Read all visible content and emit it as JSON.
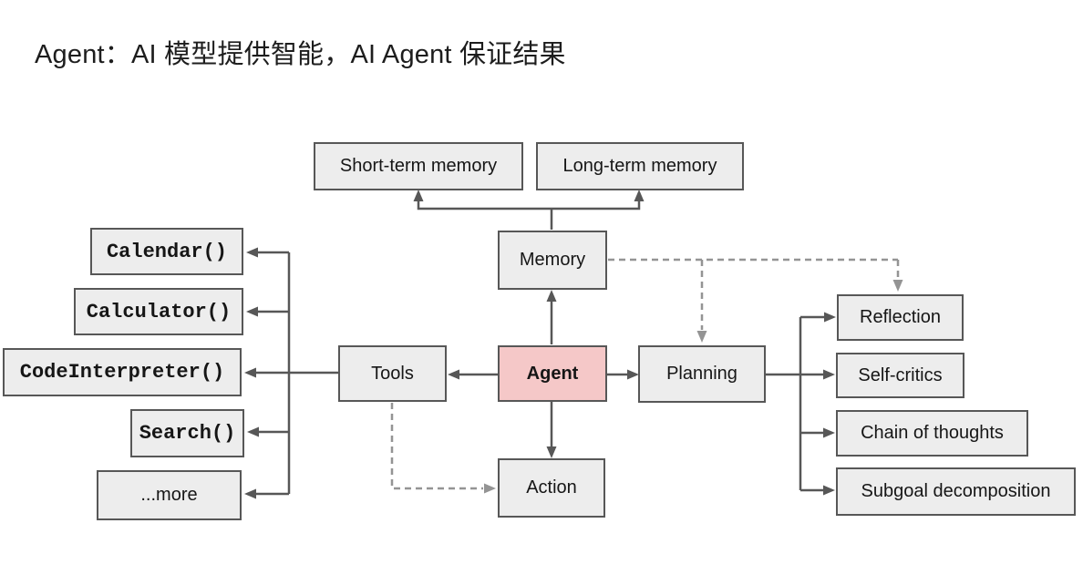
{
  "title": "Agent：AI 模型提供智能，AI Agent 保证结果",
  "colors": {
    "box_fill": "#ededed",
    "box_border": "#575757",
    "agent_fill": "#f5c8c8",
    "solid_line": "#575757",
    "dashed_line": "#949494",
    "title_text": "#1d1d1d"
  },
  "nodes": {
    "short_term_memory": {
      "label": "Short-term memory"
    },
    "long_term_memory": {
      "label": "Long-term memory"
    },
    "memory": {
      "label": "Memory"
    },
    "tools": {
      "label": "Tools"
    },
    "agent": {
      "label": "Agent"
    },
    "planning": {
      "label": "Planning"
    },
    "action": {
      "label": "Action"
    },
    "calendar": {
      "label": "Calendar()"
    },
    "calculator": {
      "label": "Calculator()"
    },
    "code_interpreter": {
      "label": "CodeInterpreter()"
    },
    "search": {
      "label": "Search()"
    },
    "more": {
      "label": "...more"
    },
    "reflection": {
      "label": "Reflection"
    },
    "self_critics": {
      "label": "Self-critics"
    },
    "chain_of_thoughts": {
      "label": "Chain of thoughts"
    },
    "subgoal_decomposition": {
      "label": "Subgoal decomposition"
    }
  },
  "edges": {
    "solid": [
      "memory -> short_term_memory",
      "memory -> long_term_memory",
      "agent -> memory",
      "agent -> tools",
      "agent -> planning",
      "agent -> action",
      "tools -> calendar",
      "tools -> calculator",
      "tools -> code_interpreter",
      "tools -> search",
      "tools -> more",
      "planning -> reflection",
      "planning -> self_critics",
      "planning -> chain_of_thoughts",
      "planning -> subgoal_decomposition"
    ],
    "dashed": [
      "memory -> planning",
      "memory -> reflection",
      "tools -> action"
    ]
  }
}
